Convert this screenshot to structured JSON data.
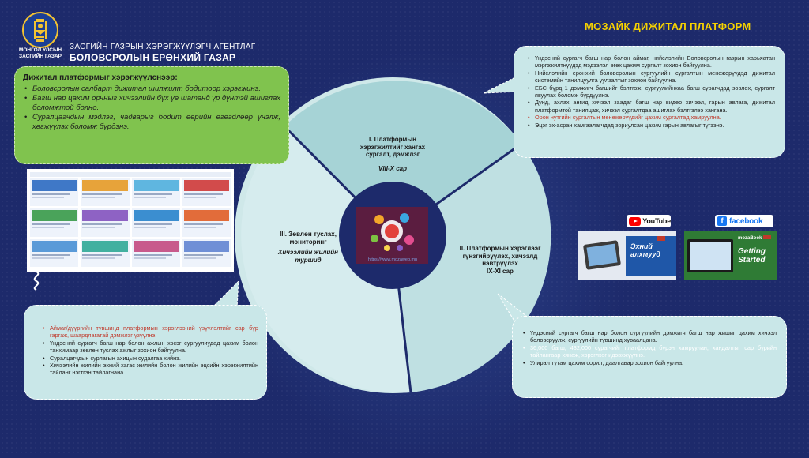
{
  "header": {
    "logo_caption": "МОНГОЛ УЛСЫН ЗАСГИЙН ГАЗАР",
    "org_sub": "ЗАСГИЙН ГАЗРЫН ХЭРЭГЖҮҮЛЭГЧ АГЕНТЛАГ",
    "org_main": "БОЛОВСРОЛЫН ЕРӨНХИЙ ГАЗАР",
    "page_title": "МОЗАЙК ДИЖИТАЛ ПЛАТФОРМ"
  },
  "green_box": {
    "title": "Дижитал платформыг хэрэгжүүлснээр:",
    "items": [
      "Боловсролын салбарт дижитал шилжилт бодитоор хэрэгжинэ.",
      "Багш нар цахим орчныг хичээлийн бүх үе шатанд үр дүнтэй ашиглах боломжтой болно.",
      "Суралцагчдын мэдлэг, чадварыг бодит өөрийн өгөгдлөөр үнэлж, хөгжүүлэх боломж бүрдэнэ."
    ]
  },
  "segments": {
    "seg1": {
      "text": "I. Платформын хэрэгжилтийг хангах сургалт, дэмжлэг",
      "sub": "VIII-X сар"
    },
    "seg2": {
      "text": "II. Платформын хэрэглээг гүнзгийрүүлэх, хичээлд нэвтрүүлэх",
      "sub": "IX-XI сар"
    },
    "seg3": {
      "text": "III. Зөвлөн туслах, мониторинг",
      "sub": "Хичээлийн жилийн туршид"
    }
  },
  "center": {
    "link": "https://www.mozaweb.mn"
  },
  "top_right_callout": {
    "items": [
      {
        "text": "Үндэсний сургагч багш нар болон аймаг, нийслэлийн Боловсролын газрын харьяатан мэргэжилтнүүдэд мэдээлэл өгөх цахим сургалт зохион байгуулна.",
        "hl": ""
      },
      {
        "text": "Нийслэлийн ерөнхий боловсролын сургуулийн сургалтын менежерүүдэд дижитал системийн танилцуулга уулзалтыг зохион байгуулна.",
        "hl": ""
      },
      {
        "text": "ЕБС бүрд 1 дэмжигч багшийг бэлтгэж, сургуулийнхаа багш сурагчдад зөвлөх, сургалт явуулах боломж бүрдүүлнэ.",
        "hl": ""
      },
      {
        "text": "Дунд, ахлах ангид хичээл заадаг багш нар видео хичээл, гарын авлага, дижитал платформтой танилцаж, хичээл сургалтдаа ашиглах бэлтгэлээ хангана.",
        "hl": ""
      },
      {
        "text": "Орон нутгийн сургалтын менежерүүдийг цахим сургалтад хамруулна.",
        "hl": "hl"
      },
      {
        "text": "Эцэг эх-асран хамгаалагчдад зориулсан цахим гарын авлагыг түгээнэ.",
        "hl": ""
      }
    ]
  },
  "bottom_left_callout": {
    "items": [
      {
        "text": "Аймаг/дүүргийн түвшинд платформын хэрэглээний үзүүлэлтийг сар бүр гаргаж, шаардлагатай дэмжлэг үзүүлнэ.",
        "hl": "hl"
      },
      {
        "text": "Үндэсний сургагч багш нар болон ажлын хэсэг сургуулиудад цахим болон танхимаар зөвлөн туслах ажлыг зохион байгуулна.",
        "hl": ""
      },
      {
        "text": "Суралцагчдын сурлагын ахицын судалгаа хийнэ.",
        "hl": ""
      },
      {
        "text": "Хичээлийн жилийн эхний хагас жилийн болон жилийн эцсийн хэрэгжилтийн тайланг нэгтгэн тайлагнана.",
        "hl": ""
      }
    ]
  },
  "bottom_right_callout": {
    "items": [
      {
        "text": "Үндэсний сургагч багш нар болон сургуулийн дэмжигч багш нар жишиг цахим хичээл боловсруулж, сургуулийн түвшинд хуваалцана.",
        "hl": ""
      },
      {
        "text": "36,000 багш, 432,000 сурагчийг платформд бүрэн хамруулан, хандалтыг сар бүрийн тайлангаар хянаж, хэрэглээг идэвхжүүлнэ.",
        "hl": "hl-blue"
      },
      {
        "text": "Улирал тутам цахим сорил, даалгавар зохион байгуулна.",
        "hl": ""
      }
    ]
  },
  "media": {
    "youtube_label": "YouTube",
    "facebook_label": "facebook",
    "facebook_glyph": "f",
    "yt_thumb_title": "Эхний алхмууд",
    "fb_thumb_title": "Getting Started",
    "fb_thumb_brand": "mozaBook"
  },
  "colors": {
    "background": "#1d2a6b",
    "title": "#f6d200",
    "green": "#80c34e",
    "callout": "#c9e7e8",
    "highlight": "#c0392b"
  }
}
